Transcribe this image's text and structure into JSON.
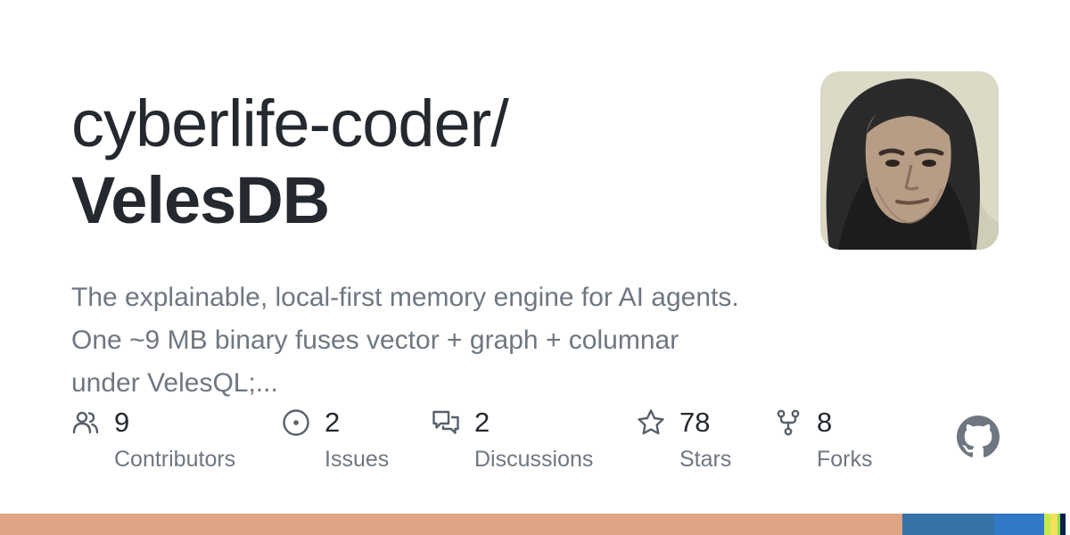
{
  "repo": {
    "owner": "cyberlife-coder/",
    "name": "VelesDB",
    "description": "The explainable, local-first memory engine for AI agents. One ~9 MB binary fuses vector + graph + columnar under VelesQL;..."
  },
  "stats": [
    {
      "count": "9",
      "label": "Contributors",
      "icon": "people-icon"
    },
    {
      "count": "2",
      "label": "Issues",
      "icon": "issue-opened-icon"
    },
    {
      "count": "2",
      "label": "Discussions",
      "icon": "comment-discussion-icon"
    },
    {
      "count": "78",
      "label": "Stars",
      "icon": "star-icon"
    },
    {
      "count": "8",
      "label": "Forks",
      "icon": "repo-forked-icon"
    }
  ],
  "colors": {
    "text": "#24292f",
    "muted": "#6e7781",
    "icon": "#57606a",
    "github_mark": "#6e7781"
  },
  "languages": [
    {
      "color": "#dea584",
      "share": 0.843
    },
    {
      "color": "#3572a5",
      "share": 0.086
    },
    {
      "color": "#3178c6",
      "share": 0.047
    },
    {
      "color": "#c5e84f",
      "share": 0.006
    },
    {
      "color": "#f1e05a",
      "share": 0.006
    },
    {
      "color": "#89e051",
      "share": 0.003
    },
    {
      "color": "#0a1f4d",
      "share": 0.005
    },
    {
      "color": "#ffffff",
      "share": 0.004
    }
  ]
}
